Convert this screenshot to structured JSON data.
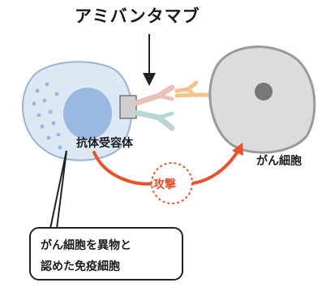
{
  "drug_name": "アミバンタマブ",
  "immune_cell": {
    "receptor_label": "抗体受容体"
  },
  "cancer_cell": {
    "label": "がん細胞"
  },
  "attack_label": "攻撃",
  "callout": {
    "line1": "がん細胞を異物と",
    "line2": "認めた免疫細胞"
  },
  "colors": {
    "immune_cell": "#dde8f5",
    "immune_nucleus": "#8fb0dc",
    "cancer_cell": "#dcdcdc",
    "cancer_nucleus": "#777777",
    "antibody_pink": "#e8c2b6",
    "antibody_teal": "#b9d6d3",
    "antigen_orange": "#f1c48f",
    "attack_red": "#e8522e"
  }
}
